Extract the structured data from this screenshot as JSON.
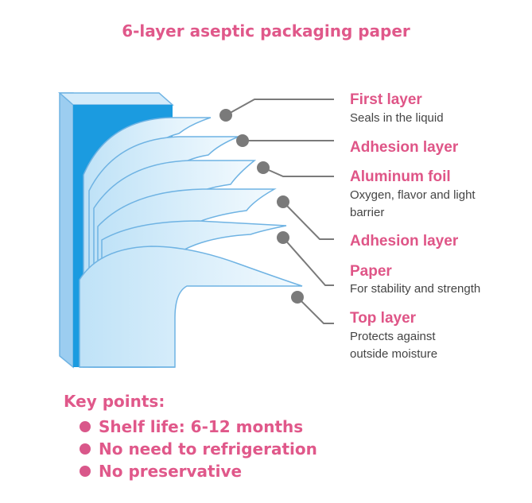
{
  "title": "6-layer aseptic packaging paper",
  "layers": [
    {
      "name": "First layer",
      "description": "Seals in the liquid"
    },
    {
      "name": "Adhesion layer",
      "description": ""
    },
    {
      "name": "Aluminum foil",
      "description": "Oxygen, flavor and light barrier"
    },
    {
      "name": "Adhesion layer",
      "description": ""
    },
    {
      "name": "Paper",
      "description": "For stability and strength"
    },
    {
      "name": "Top layer",
      "description": "Protects against outside moisture"
    }
  ],
  "key_points": {
    "title": "Key points:",
    "items": [
      "Shelf life: 6-12 months",
      "No need to refrigeration",
      "No preservative"
    ]
  },
  "colors": {
    "accent_pink": "#e0588a",
    "layer_fill": "#dff1fb",
    "layer_stroke": "#6fb3e3",
    "carton_side": "#1b9be0",
    "pointer_gray": "#7a7a7a"
  }
}
